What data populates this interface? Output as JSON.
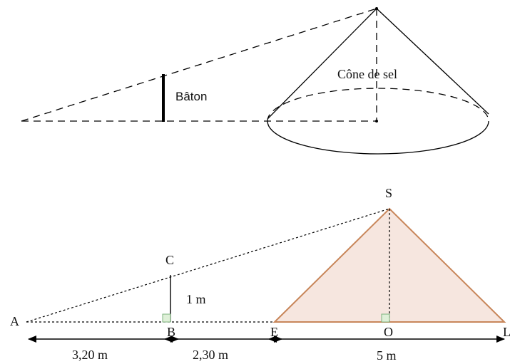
{
  "top_figure": {
    "stick_label": "Bâton",
    "cone_label": "Cône de sel"
  },
  "bottom_figure": {
    "points": {
      "A": "A",
      "B": "B",
      "C": "C",
      "E": "E",
      "O": "O",
      "L": "L",
      "S": "S"
    },
    "stick_height": "1 m",
    "dimensions": {
      "AB": "3,20 m",
      "BE": "2,30 m",
      "EL": "5 m"
    },
    "colors": {
      "cone_fill": "#f6e6df",
      "cone_edge": "#c8865a",
      "right_angle_fill": "#dff0d8",
      "right_angle_edge": "#7fb37f"
    }
  }
}
